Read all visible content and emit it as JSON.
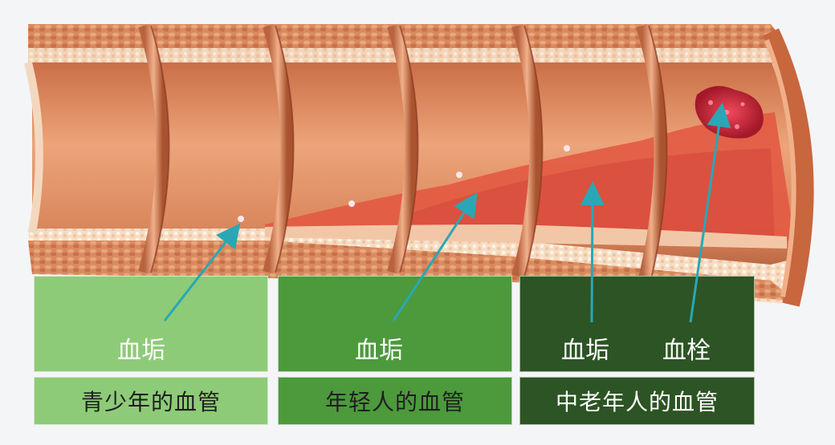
{
  "colors": {
    "panel_youth": "#8ecb78",
    "panel_young_adult": "#4c9a3c",
    "panel_middle_aged": "#2d5424",
    "arrow": "#2aa7b5",
    "vessel_wall": "#d9865c",
    "plaque": "#e25a43",
    "clot": "#c8283a"
  },
  "sections": [
    {
      "id": "youth",
      "labels": [
        "血垢"
      ],
      "caption": "青少年的血管"
    },
    {
      "id": "young_adult",
      "labels": [
        "血垢"
      ],
      "caption": "年轻人的血管"
    },
    {
      "id": "middle_aged",
      "labels": [
        "血垢",
        "血栓"
      ],
      "caption": "中老年人的血管"
    }
  ],
  "icons": {
    "arrows": "arrow-icon",
    "vessel": "blood-vessel-illustration"
  }
}
